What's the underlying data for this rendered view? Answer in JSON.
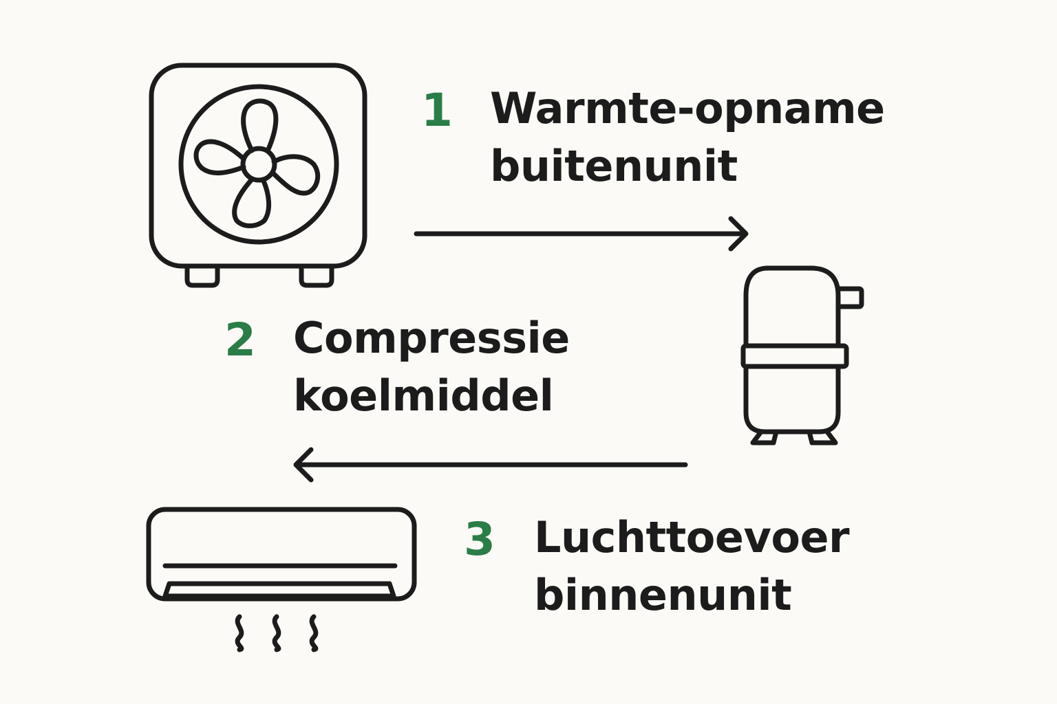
{
  "colors": {
    "background": "#fbfaf6",
    "accent": "#2a7d47",
    "ink": "#1c1c1c"
  },
  "steps": [
    {
      "number": "1",
      "line1": "Warmte-opname",
      "line2": "buitenunit",
      "icon": "outdoor-unit-fan-icon"
    },
    {
      "number": "2",
      "line1": "Compressie",
      "line2": "koelmiddel",
      "icon": "compressor-icon"
    },
    {
      "number": "3",
      "line1": "Luchttoevoer",
      "line2": "binnenunit",
      "icon": "indoor-unit-ac-icon"
    }
  ],
  "arrows": [
    {
      "name": "arrow-right-icon",
      "direction": "right"
    },
    {
      "name": "arrow-left-icon",
      "direction": "left"
    }
  ]
}
